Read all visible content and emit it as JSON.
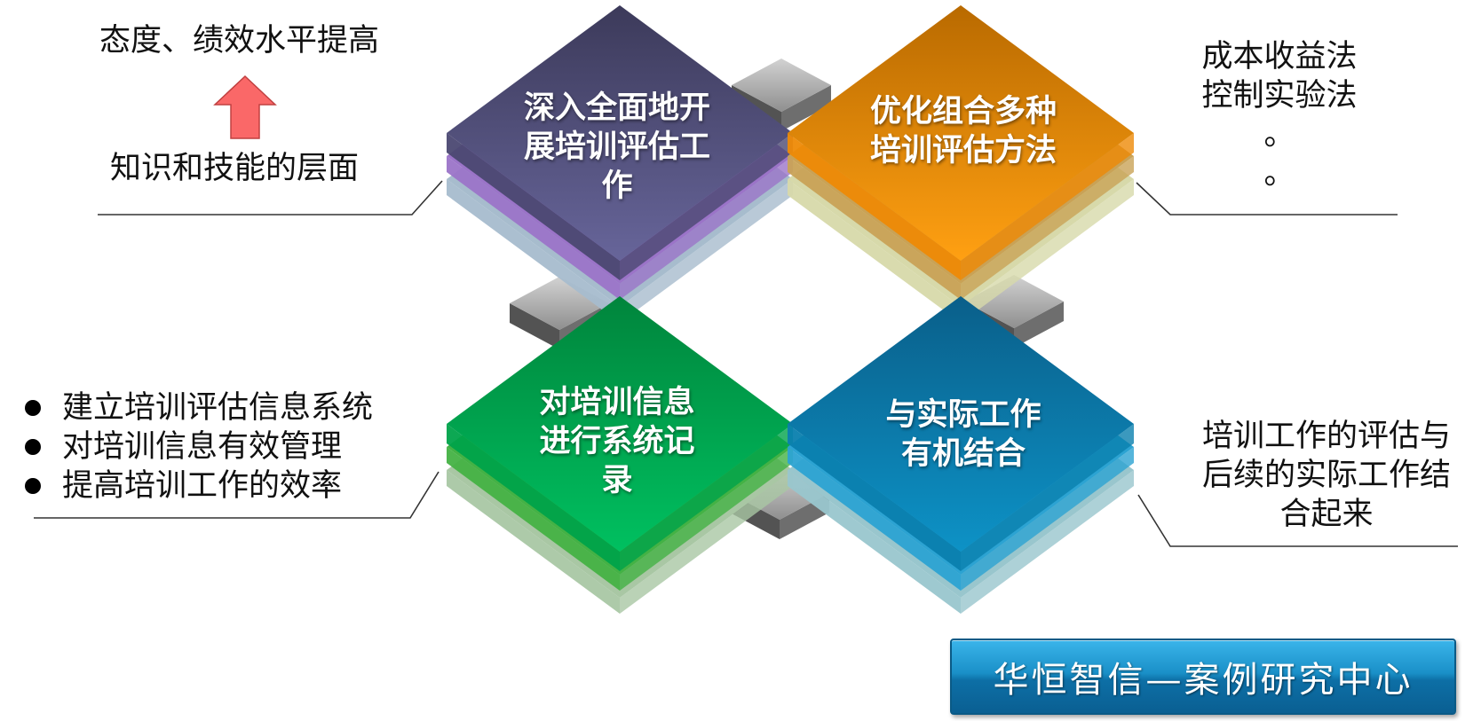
{
  "tiles": [
    {
      "lines": [
        "深入全面地开",
        "展培训评估工",
        "作"
      ],
      "color_top": "#4b4872",
      "color_mid": "#9b74c8",
      "color_low": "#a7bccd"
    },
    {
      "lines": [
        "优化组合多种",
        "培训评估方法"
      ],
      "color_top": "#ee8a06",
      "color_mid": "#c9a256",
      "color_low": "#d7d9aa"
    },
    {
      "lines": [
        "对培训信息",
        "进行系统记",
        "录"
      ],
      "color_top": "#00a34a",
      "color_mid": "#44b245",
      "color_low": "#a9c7a4"
    },
    {
      "lines": [
        "与实际工作",
        "有机结合"
      ],
      "color_top": "#0a7fae",
      "color_mid": "#2ca3d2",
      "color_low": "#99c6cd"
    }
  ],
  "top_left": {
    "line1": "态度、绩效水平提高",
    "line2": "知识和技能的层面",
    "arrow_color": "#fa6868"
  },
  "top_right": {
    "lines": [
      "成本收益法",
      "控制实验法",
      "。",
      "。"
    ]
  },
  "bottom_left": {
    "items": [
      "建立培训评估信息系统",
      "对培训信息有效管理",
      "提高培训工作的效率"
    ]
  },
  "bottom_right": {
    "lines": [
      "培训工作的评估与",
      "后续的实际工作结",
      "合起来"
    ]
  },
  "banner": {
    "text": "华恒智信—案例研究中心",
    "color": "#1a90c8"
  }
}
